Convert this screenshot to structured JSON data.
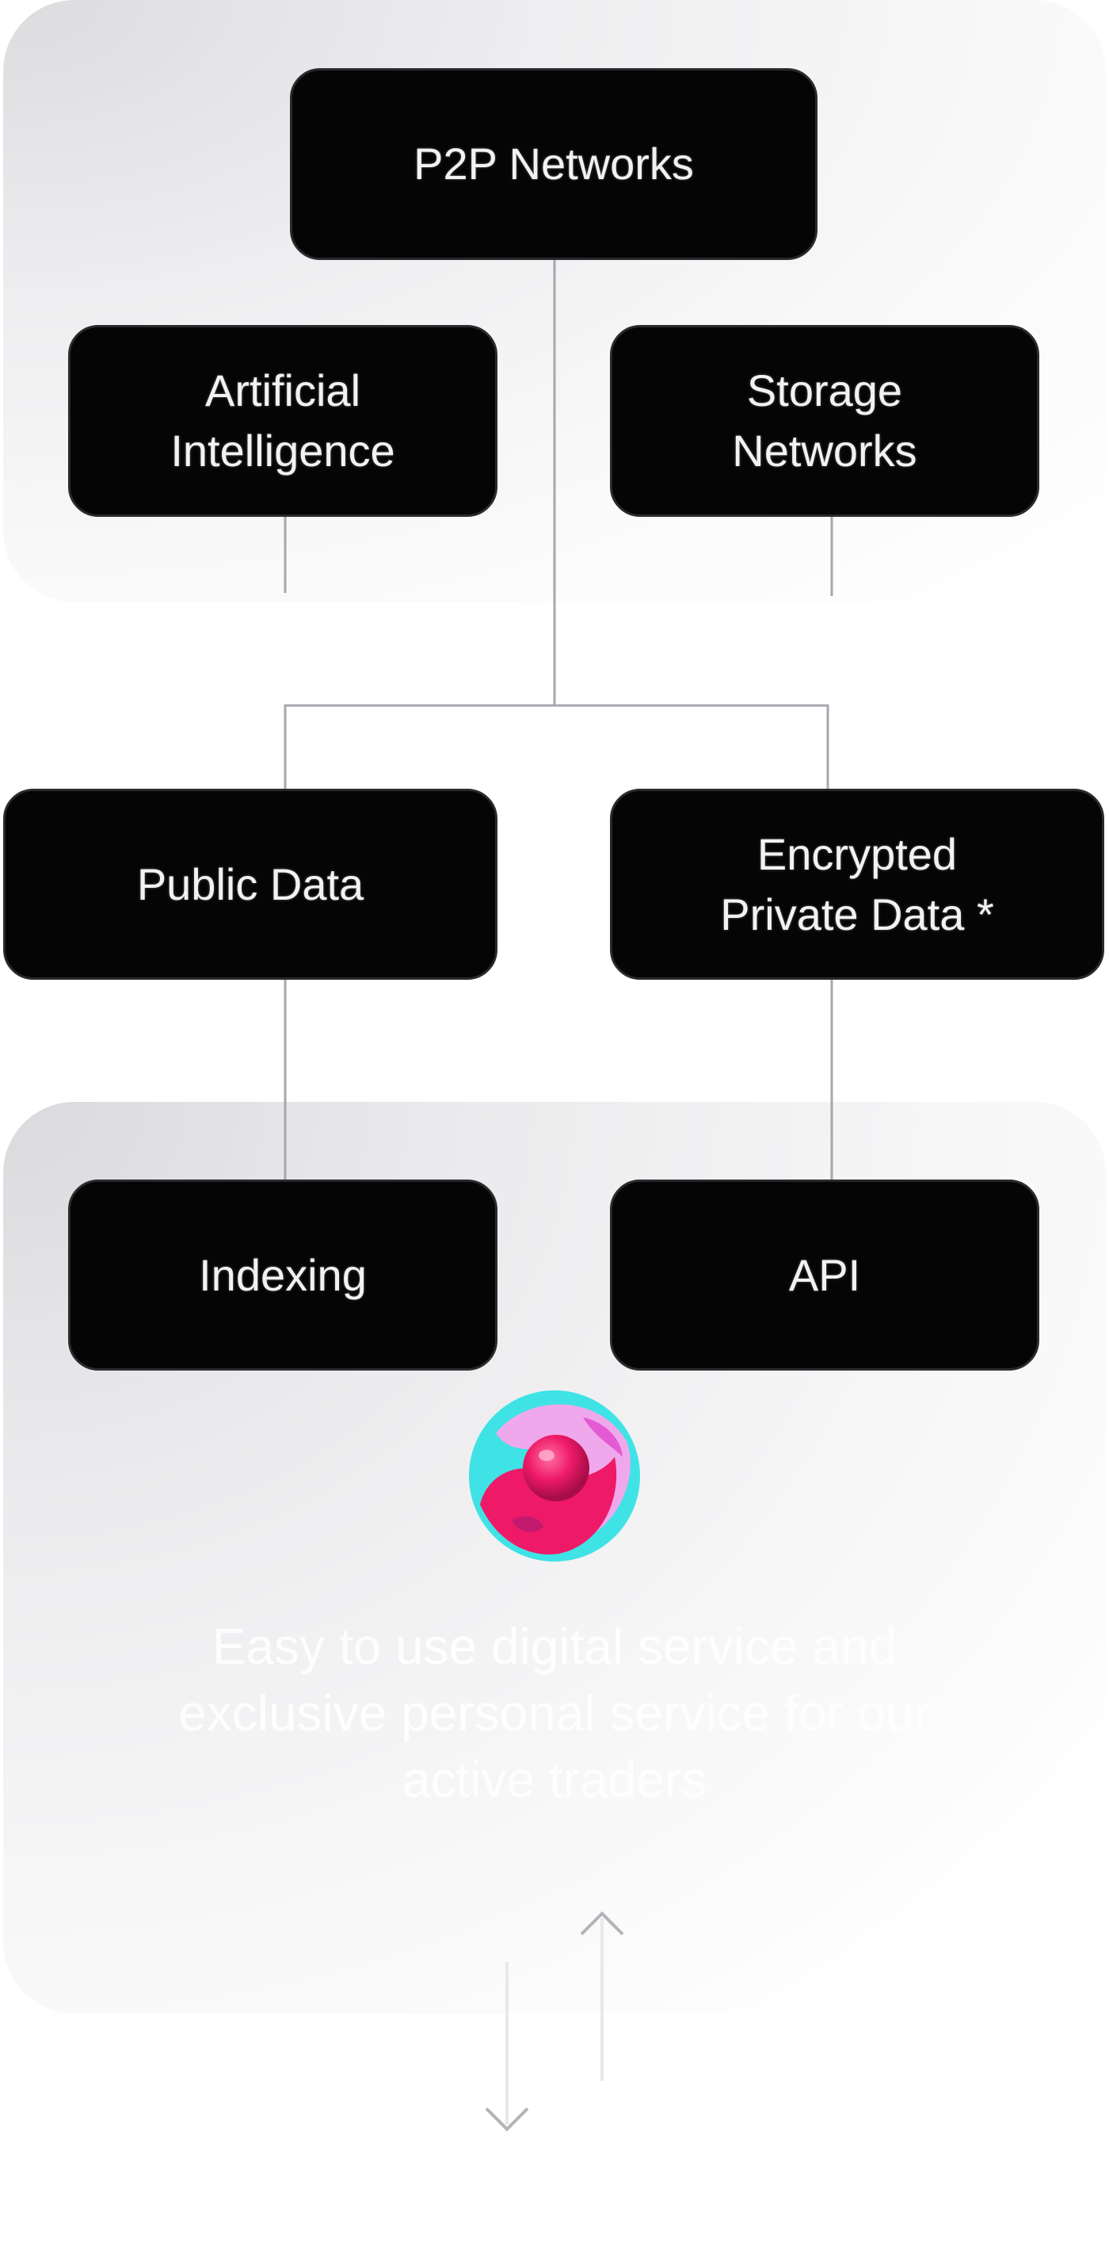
{
  "diagram": {
    "nodes": {
      "root": "P2P Networks",
      "ai": "Artificial\nIntelligence",
      "storage": "Storage\nNetworks",
      "public_data": "Public Data",
      "private_data": "Encrypted\nPrivate Data *",
      "indexing": "Indexing",
      "api": "API"
    }
  },
  "tagline": "Easy to use digital service and exclusive personal service for our active traders",
  "colors": {
    "node_bg": "#050505",
    "connector": "#a7a7ad",
    "logo_pink": "#ee1a68",
    "logo_cyan": "#3fe3e6",
    "logo_lilac": "#f0a8ec"
  },
  "icons": {
    "logo": "swirl-sphere-logo",
    "scroll_up": "chevron-up-icon",
    "scroll_down": "chevron-down-icon"
  }
}
